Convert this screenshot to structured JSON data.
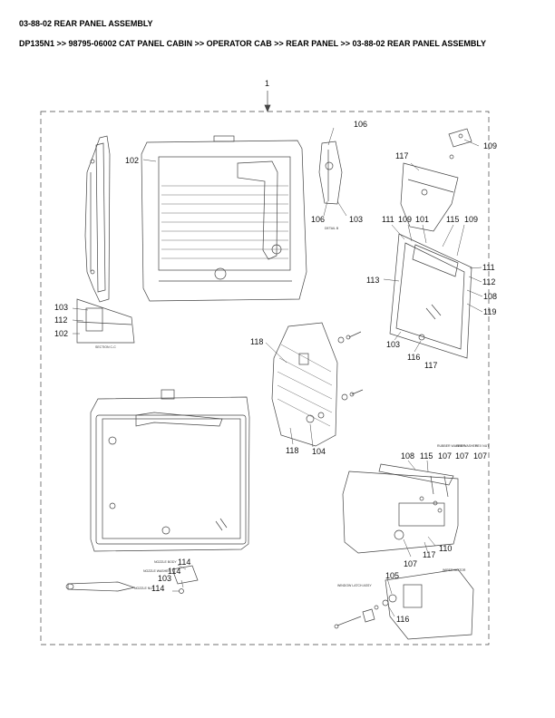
{
  "header": {
    "title": "03-88-02 REAR PANEL ASSEMBLY",
    "breadcrumb": "DP135N1 >> 98795-06002 CAT PANEL CABIN >> OPERATOR CAB >> REAR PANEL >> 03-88-02 REAR PANEL ASSEMBLY"
  },
  "diagram": {
    "callouts": [
      "1",
      "102",
      "103",
      "112",
      "102",
      "106",
      "106",
      "103",
      "109",
      "117",
      "111",
      "109",
      "101",
      "115",
      "109",
      "113",
      "111",
      "112",
      "108",
      "119",
      "103",
      "116",
      "117",
      "118",
      "118",
      "104",
      "108",
      "115",
      "107",
      "107",
      "107",
      "107",
      "117",
      "110",
      "114",
      "114",
      "103",
      "114",
      "105",
      "116"
    ],
    "small_labels": {
      "section_c": "SECTION C-C",
      "detail_b": "DETAIL B",
      "nozzle_body": "NOZZLE BODY",
      "nozzle_washer": "NOZZLE WASHER",
      "nozzle_nut": "NOZZLE NUT",
      "rubber_washer": "RUBBER WASHER",
      "hex_washer": "HEX WASHER",
      "hex_nut": "HEX NUT",
      "wiper_motor": "WIPER MOTOR",
      "window_latch_assy": "WINDOW LATCH ASSY"
    }
  }
}
